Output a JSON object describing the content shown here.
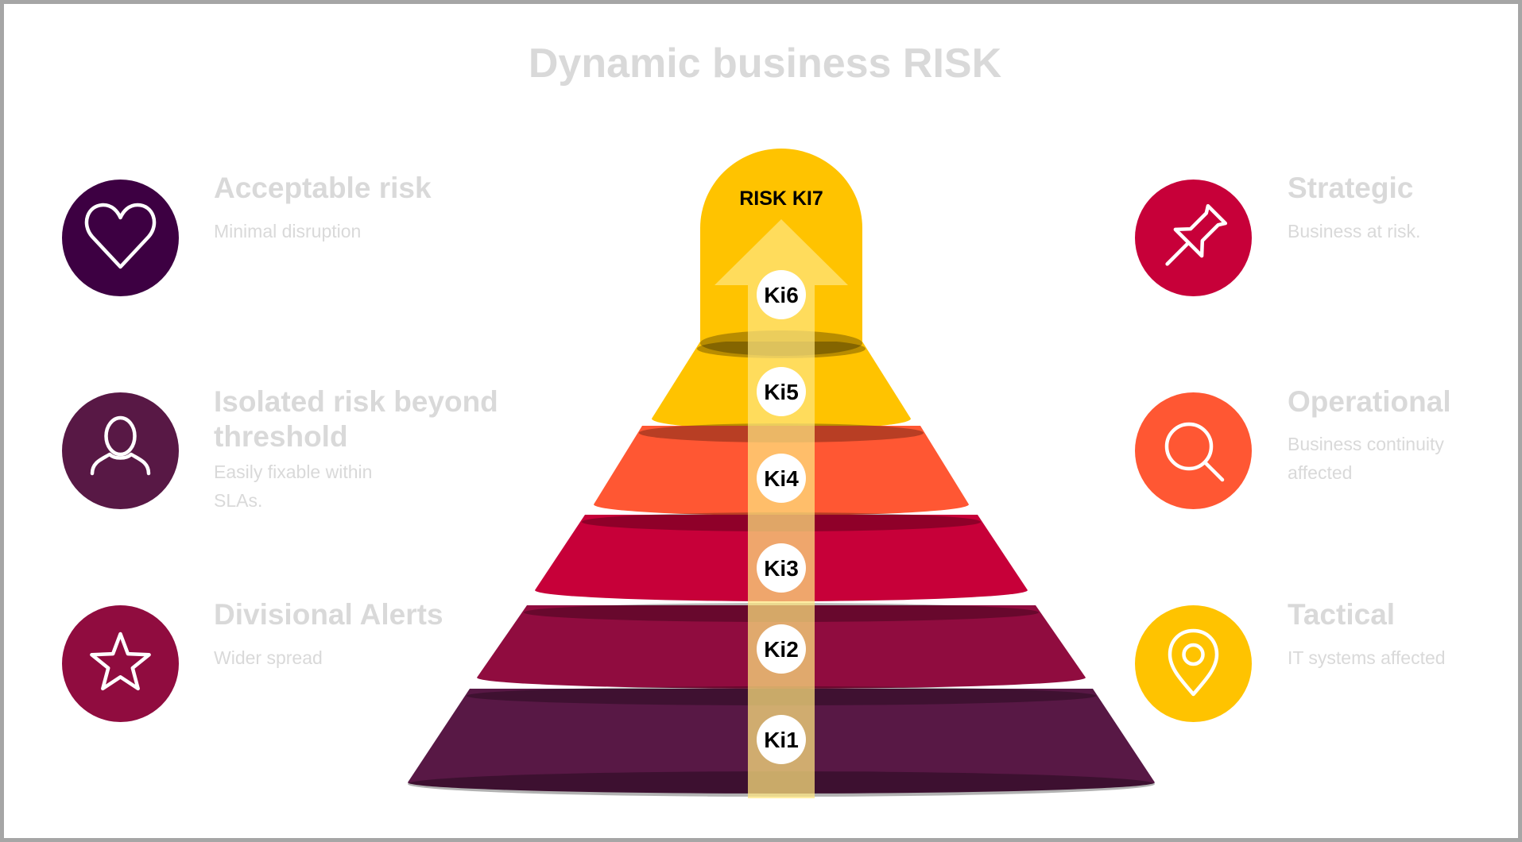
{
  "title": "Dynamic business RISK",
  "left_items": [
    {
      "title": "Acceptable risk",
      "desc": "Minimal disruption",
      "icon": "heart-icon",
      "color": "#3d0042"
    },
    {
      "title": "Isolated risk beyond threshold",
      "desc": "Easily fixable within SLAs.",
      "icon": "user-icon",
      "color": "#581845"
    },
    {
      "title": "Divisional Alerts",
      "desc": "Wider spread",
      "icon": "star-icon",
      "color": "#900c3f"
    }
  ],
  "right_items": [
    {
      "title": "Strategic",
      "desc": "Business at risk.",
      "icon": "pushpin-icon",
      "color": "#c70039"
    },
    {
      "title": "Operational",
      "desc": "Business continuity affected",
      "icon": "search-icon",
      "color": "#ff5733"
    },
    {
      "title": "Tactical",
      "desc": "IT systems affected",
      "icon": "location-pin-icon",
      "color": "#ffc300"
    }
  ],
  "pyramid": {
    "top_label": "RISK KI7",
    "levels": [
      {
        "label": "Ki1",
        "color": "#581845"
      },
      {
        "label": "Ki2",
        "color": "#900c3f"
      },
      {
        "label": "Ki3",
        "color": "#c70039"
      },
      {
        "label": "Ki4",
        "color": "#ff5733"
      },
      {
        "label": "Ki5",
        "color": "#ffc300"
      },
      {
        "label": "Ki6",
        "color": "#ffc300"
      }
    ]
  }
}
